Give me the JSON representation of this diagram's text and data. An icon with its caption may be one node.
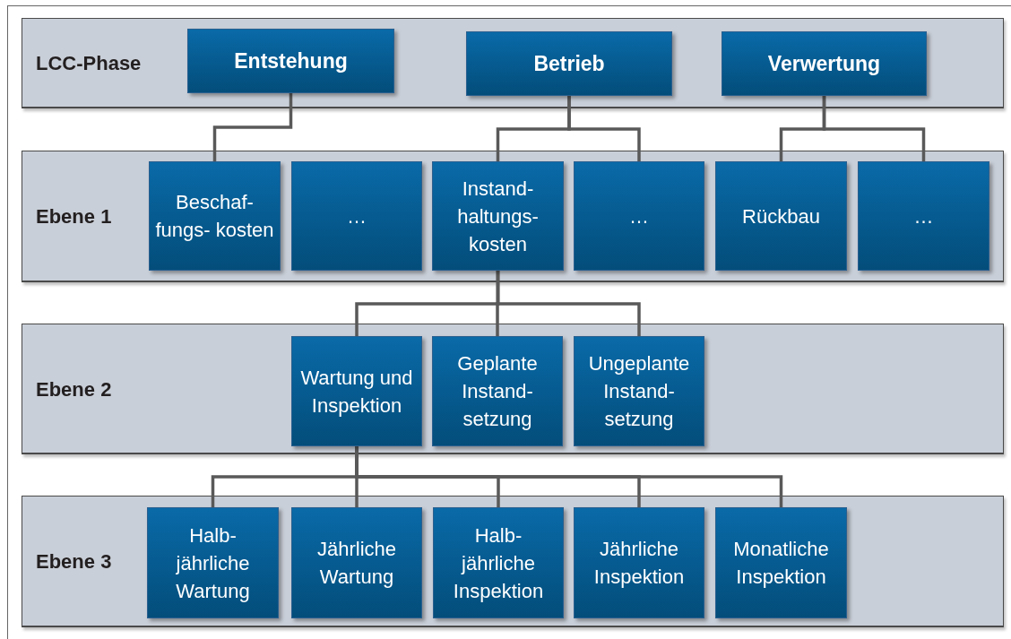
{
  "diagram": {
    "nodes": [
      {
        "text": [
          "LCC-Phase"
        ]
      },
      {
        "text": [
          "Entstehung"
        ],
        "in": 0
      },
      {
        "text": [
          "Betrieb"
        ],
        "in": 0
      },
      {
        "text": [
          "Verwertung"
        ],
        "in": 0
      },
      {
        "text": [
          "Ebene 1"
        ]
      },
      {
        "text": [
          "Beschaf- fungs- kosten"
        ],
        "in": 4
      },
      {
        "text": [
          "…"
        ],
        "in": 4
      },
      {
        "text": [
          "Instand- haltungs- kosten"
        ],
        "in": 4
      },
      {
        "text": [
          "…"
        ],
        "in": 4
      },
      {
        "text": [
          "Rückbau"
        ],
        "in": 4
      },
      {
        "text": [
          "…"
        ],
        "in": 4
      },
      {
        "text": [
          "Ebene 2"
        ]
      },
      {
        "text": [
          "Wartung und Inspektion"
        ],
        "in": 11
      },
      {
        "text": [
          "Geplante Instand- setzung"
        ],
        "in": 11
      },
      {
        "text": [
          "Ungeplante Instand- setzung"
        ],
        "in": 11
      },
      {
        "text": [
          "Ebene 3"
        ]
      },
      {
        "text": [
          "Halb- jährliche Wartung"
        ],
        "in": 15
      },
      {
        "text": [
          "Jährliche Wartung"
        ],
        "in": 15
      },
      {
        "text": [
          "Halb- jährliche Inspektion"
        ],
        "in": 15
      },
      {
        "text": [
          "Jährliche Inspektion"
        ],
        "in": 15
      },
      {
        "text": [
          "Monatliche Inspektion"
        ],
        "in": 15
      }
    ],
    "edges": [
      {
        "from": 1,
        "to": 5,
        "arrow": "none"
      },
      {
        "from": 2,
        "to": 7,
        "arrow": "none"
      },
      {
        "from": 2,
        "to": 8,
        "arrow": "none"
      },
      {
        "from": 3,
        "to": 9,
        "arrow": "none"
      },
      {
        "from": 3,
        "to": 10,
        "arrow": "none"
      },
      {
        "from": 7,
        "to": 12,
        "arrow": "none"
      },
      {
        "from": 7,
        "to": 13,
        "arrow": "none"
      },
      {
        "from": 7,
        "to": 14,
        "arrow": "none"
      },
      {
        "from": 12,
        "to": 16,
        "arrow": "none"
      },
      {
        "from": 12,
        "to": 17,
        "arrow": "none"
      },
      {
        "from": 12,
        "to": 18,
        "arrow": "none"
      },
      {
        "from": 12,
        "to": 19,
        "arrow": "none"
      },
      {
        "from": 12,
        "to": 20,
        "arrow": "none"
      }
    ]
  }
}
